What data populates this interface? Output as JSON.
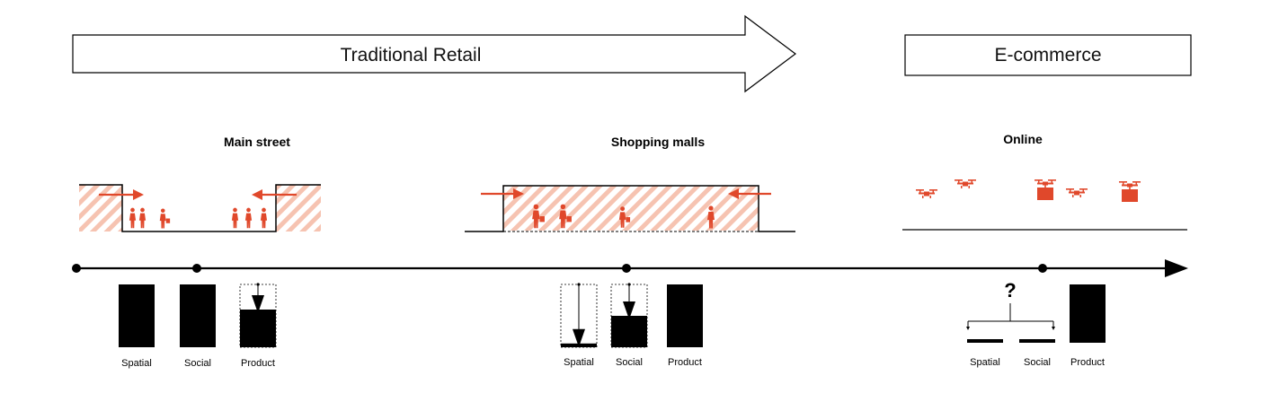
{
  "colors": {
    "accent": "#e0482b",
    "hatch_light": "#f6c3b1",
    "ink": "#000000"
  },
  "header": {
    "traditional_label": "Traditional Retail",
    "ecommerce_label": "E-commerce"
  },
  "eras": [
    {
      "title": "Main street",
      "bars": [
        {
          "label": "Spatial",
          "level": 1.0
        },
        {
          "label": "Social",
          "level": 1.0
        },
        {
          "label": "Product",
          "level": 0.6
        }
      ]
    },
    {
      "title": "Shopping malls",
      "bars": [
        {
          "label": "Spatial",
          "level": 0.06
        },
        {
          "label": "Social",
          "level": 0.5
        },
        {
          "label": "Product",
          "level": 1.0
        }
      ]
    },
    {
      "title": "Online",
      "question": "?",
      "bars": [
        {
          "label": "Spatial",
          "level": 0.0
        },
        {
          "label": "Social",
          "level": 0.0
        },
        {
          "label": "Product",
          "level": 1.0
        }
      ]
    }
  ],
  "icons": [
    "arrow-right-icon",
    "arrow-left-icon",
    "pedestrian-icon",
    "drone-icon",
    "drone-parcel-icon"
  ]
}
